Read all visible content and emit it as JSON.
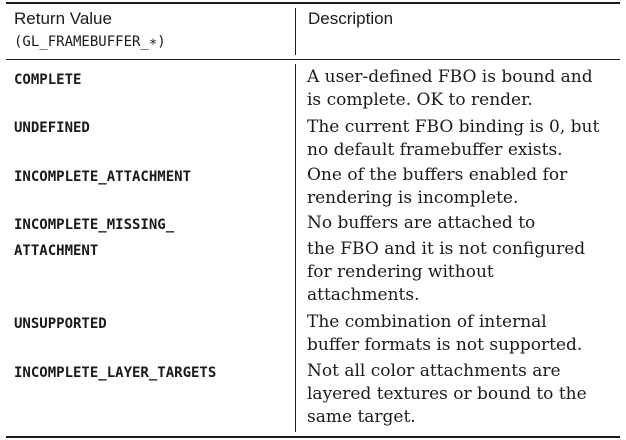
{
  "table": {
    "header": {
      "col1_title": "Return Value",
      "col1_subtitle": "(GL_FRAMEBUFFER_∗)",
      "col2_title": "Description"
    },
    "rows": [
      {
        "code_lines": [
          "COMPLETE"
        ],
        "desc_lines": [
          "A user-defined FBO is bound and",
          "is complete. OK to render."
        ]
      },
      {
        "code_lines": [
          "UNDEFINED"
        ],
        "desc_lines": [
          "The current FBO binding is 0, but",
          "no default framebuffer exists."
        ]
      },
      {
        "code_lines": [
          "INCOMPLETE_ATTACHMENT"
        ],
        "desc_lines": [
          "One of the buffers enabled for",
          "rendering is incomplete."
        ]
      },
      {
        "code_lines": [
          "INCOMPLETE_MISSING_",
          "ATTACHMENT"
        ],
        "desc_lines": [
          "No buffers are attached to",
          "the FBO and it is not configured",
          "for rendering without",
          "attachments."
        ]
      },
      {
        "code_lines": [
          "UNSUPPORTED"
        ],
        "desc_lines": [
          "The combination of internal",
          "buffer formats is not supported."
        ]
      },
      {
        "code_lines": [
          "INCOMPLETE_LAYER_TARGETS"
        ],
        "desc_lines": [
          "Not all color attachments are",
          "layered textures or bound to the",
          "same target."
        ]
      }
    ]
  }
}
